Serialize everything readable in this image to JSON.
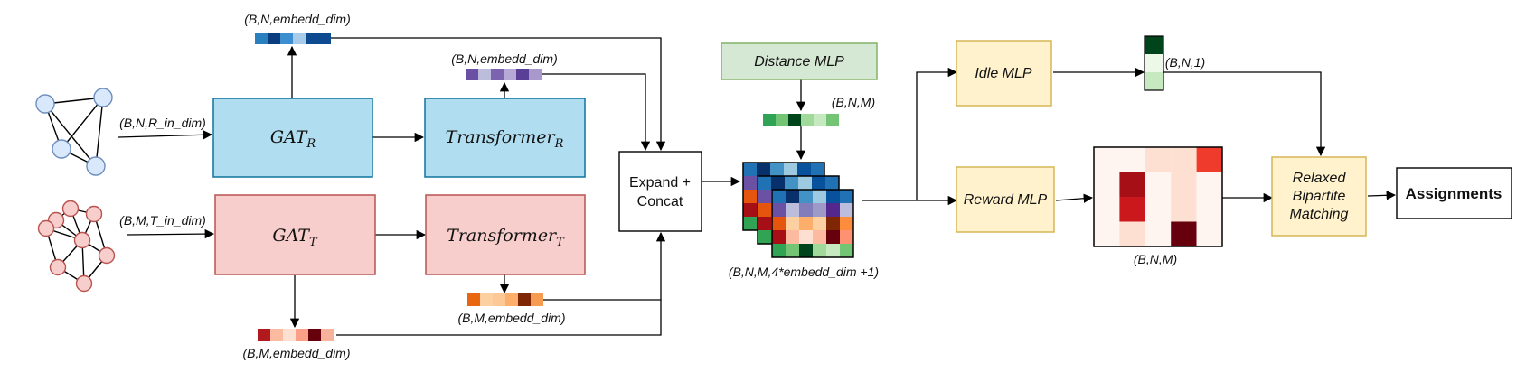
{
  "labels": {
    "r_in": "(B,N,R_in_dim)",
    "t_in": "(B,M,T_in_dim)",
    "n_emb_top": "(B,N,embedd_dim)",
    "n_emb_transformer": "(B,N,embedd_dim)",
    "m_emb_transformer": "(B,M,embedd_dim)",
    "m_emb_bottom": "(B,M,embedd_dim)",
    "distance_out": "(B,N,M)",
    "stacked": "(B,N,M,4*embedd_dim +1)",
    "idle_out": "(B,N,1)",
    "reward_out": "(B,N,M)"
  },
  "boxes": {
    "gat_r": {
      "main": "GAT",
      "sub": "R"
    },
    "gat_t": {
      "main": "GAT",
      "sub": "T"
    },
    "transformer_r": {
      "main": "Transformer",
      "sub": "R"
    },
    "transformer_t": {
      "main": "Transformer",
      "sub": "T"
    },
    "expand_line1": "Expand +",
    "expand_line2": "Concat",
    "distance_mlp": "Distance MLP",
    "idle_mlp": "Idle MLP",
    "reward_mlp": "Reward MLP",
    "matching_line1": "Relaxed",
    "matching_line2": "Bipartite",
    "matching_line3": "Matching",
    "assignments": "Assignments"
  },
  "colors": {
    "gat_r_fill": "#b1ddf0",
    "gat_r_stroke": "#10739e",
    "gat_t_fill": "#f8cecc",
    "gat_t_stroke": "#b85450",
    "distance_fill": "#d5e8d4",
    "distance_stroke": "#82b366",
    "mlp_fill": "#fff2cc",
    "mlp_stroke": "#d6b656",
    "node_blue_fill": "#dae8fc",
    "node_blue_stroke": "#6c8ebf",
    "node_red_fill": "#f8cecc",
    "node_red_stroke": "#b85450"
  },
  "strips": {
    "n_emb_top": [
      "#2a7fbf",
      "#0b3c7d",
      "#3b8fd0",
      "#a7cbe8",
      "#0d4a8f",
      "#0d4a8f"
    ],
    "n_emb_transformer": [
      "#6a51a3",
      "#bcbddc",
      "#7b63b0",
      "#b7a9d6",
      "#5a3f96",
      "#a898cc"
    ],
    "m_emb_transformer": [
      "#e8660f",
      "#fdd0a2",
      "#fdc896",
      "#fdae6b",
      "#7f2704",
      "#f59c52"
    ],
    "m_emb_bottom": [
      "#b01a1f",
      "#fcbba1",
      "#fee0d2",
      "#fc9f87",
      "#67000d",
      "#f6b29a"
    ],
    "distance_out": [
      "#31a354",
      "#74c476",
      "#00441b",
      "#a1d99b",
      "#c7e9c0",
      "#74c476"
    ],
    "idle_out": [
      "#00441b",
      "#edf8e9",
      "#c7e9c0"
    ]
  },
  "heatmap": [
    [
      "#fff5f0",
      "#fff5f0",
      "#fee0d2",
      "#fee0d2",
      "#ef3b2c"
    ],
    [
      "#fff5f0",
      "#a50f15",
      "#fff5f0",
      "#fee0d2",
      "#fff5f0"
    ],
    [
      "#fff5f0",
      "#cb181d",
      "#fff5f0",
      "#fee0d2",
      "#fff5f0"
    ],
    [
      "#fff5f0",
      "#fee0d2",
      "#fff5f0",
      "#67000d",
      "#fff5f0"
    ]
  ],
  "stack_rows": [
    [
      "#2171b5",
      "#08306b",
      "#4292c6",
      "#9ecae1",
      "#08519c",
      "#2171b5"
    ],
    [
      "#6a51a3",
      "#bcbddc",
      "#807dba",
      "#9e9ac8",
      "#54278f",
      "#bcbddc"
    ],
    [
      "#e6550d",
      "#fdd0a2",
      "#fdae6b",
      "#fdd0a2",
      "#7f2704",
      "#fd8d3c"
    ],
    [
      "#a50f15",
      "#fcbba1",
      "#fee0d2",
      "#fcbba1",
      "#67000d",
      "#fc9272"
    ],
    [
      "#31a354",
      "#74c476",
      "#00441b",
      "#a1d99b",
      "#c7e9c0",
      "#74c476"
    ]
  ]
}
